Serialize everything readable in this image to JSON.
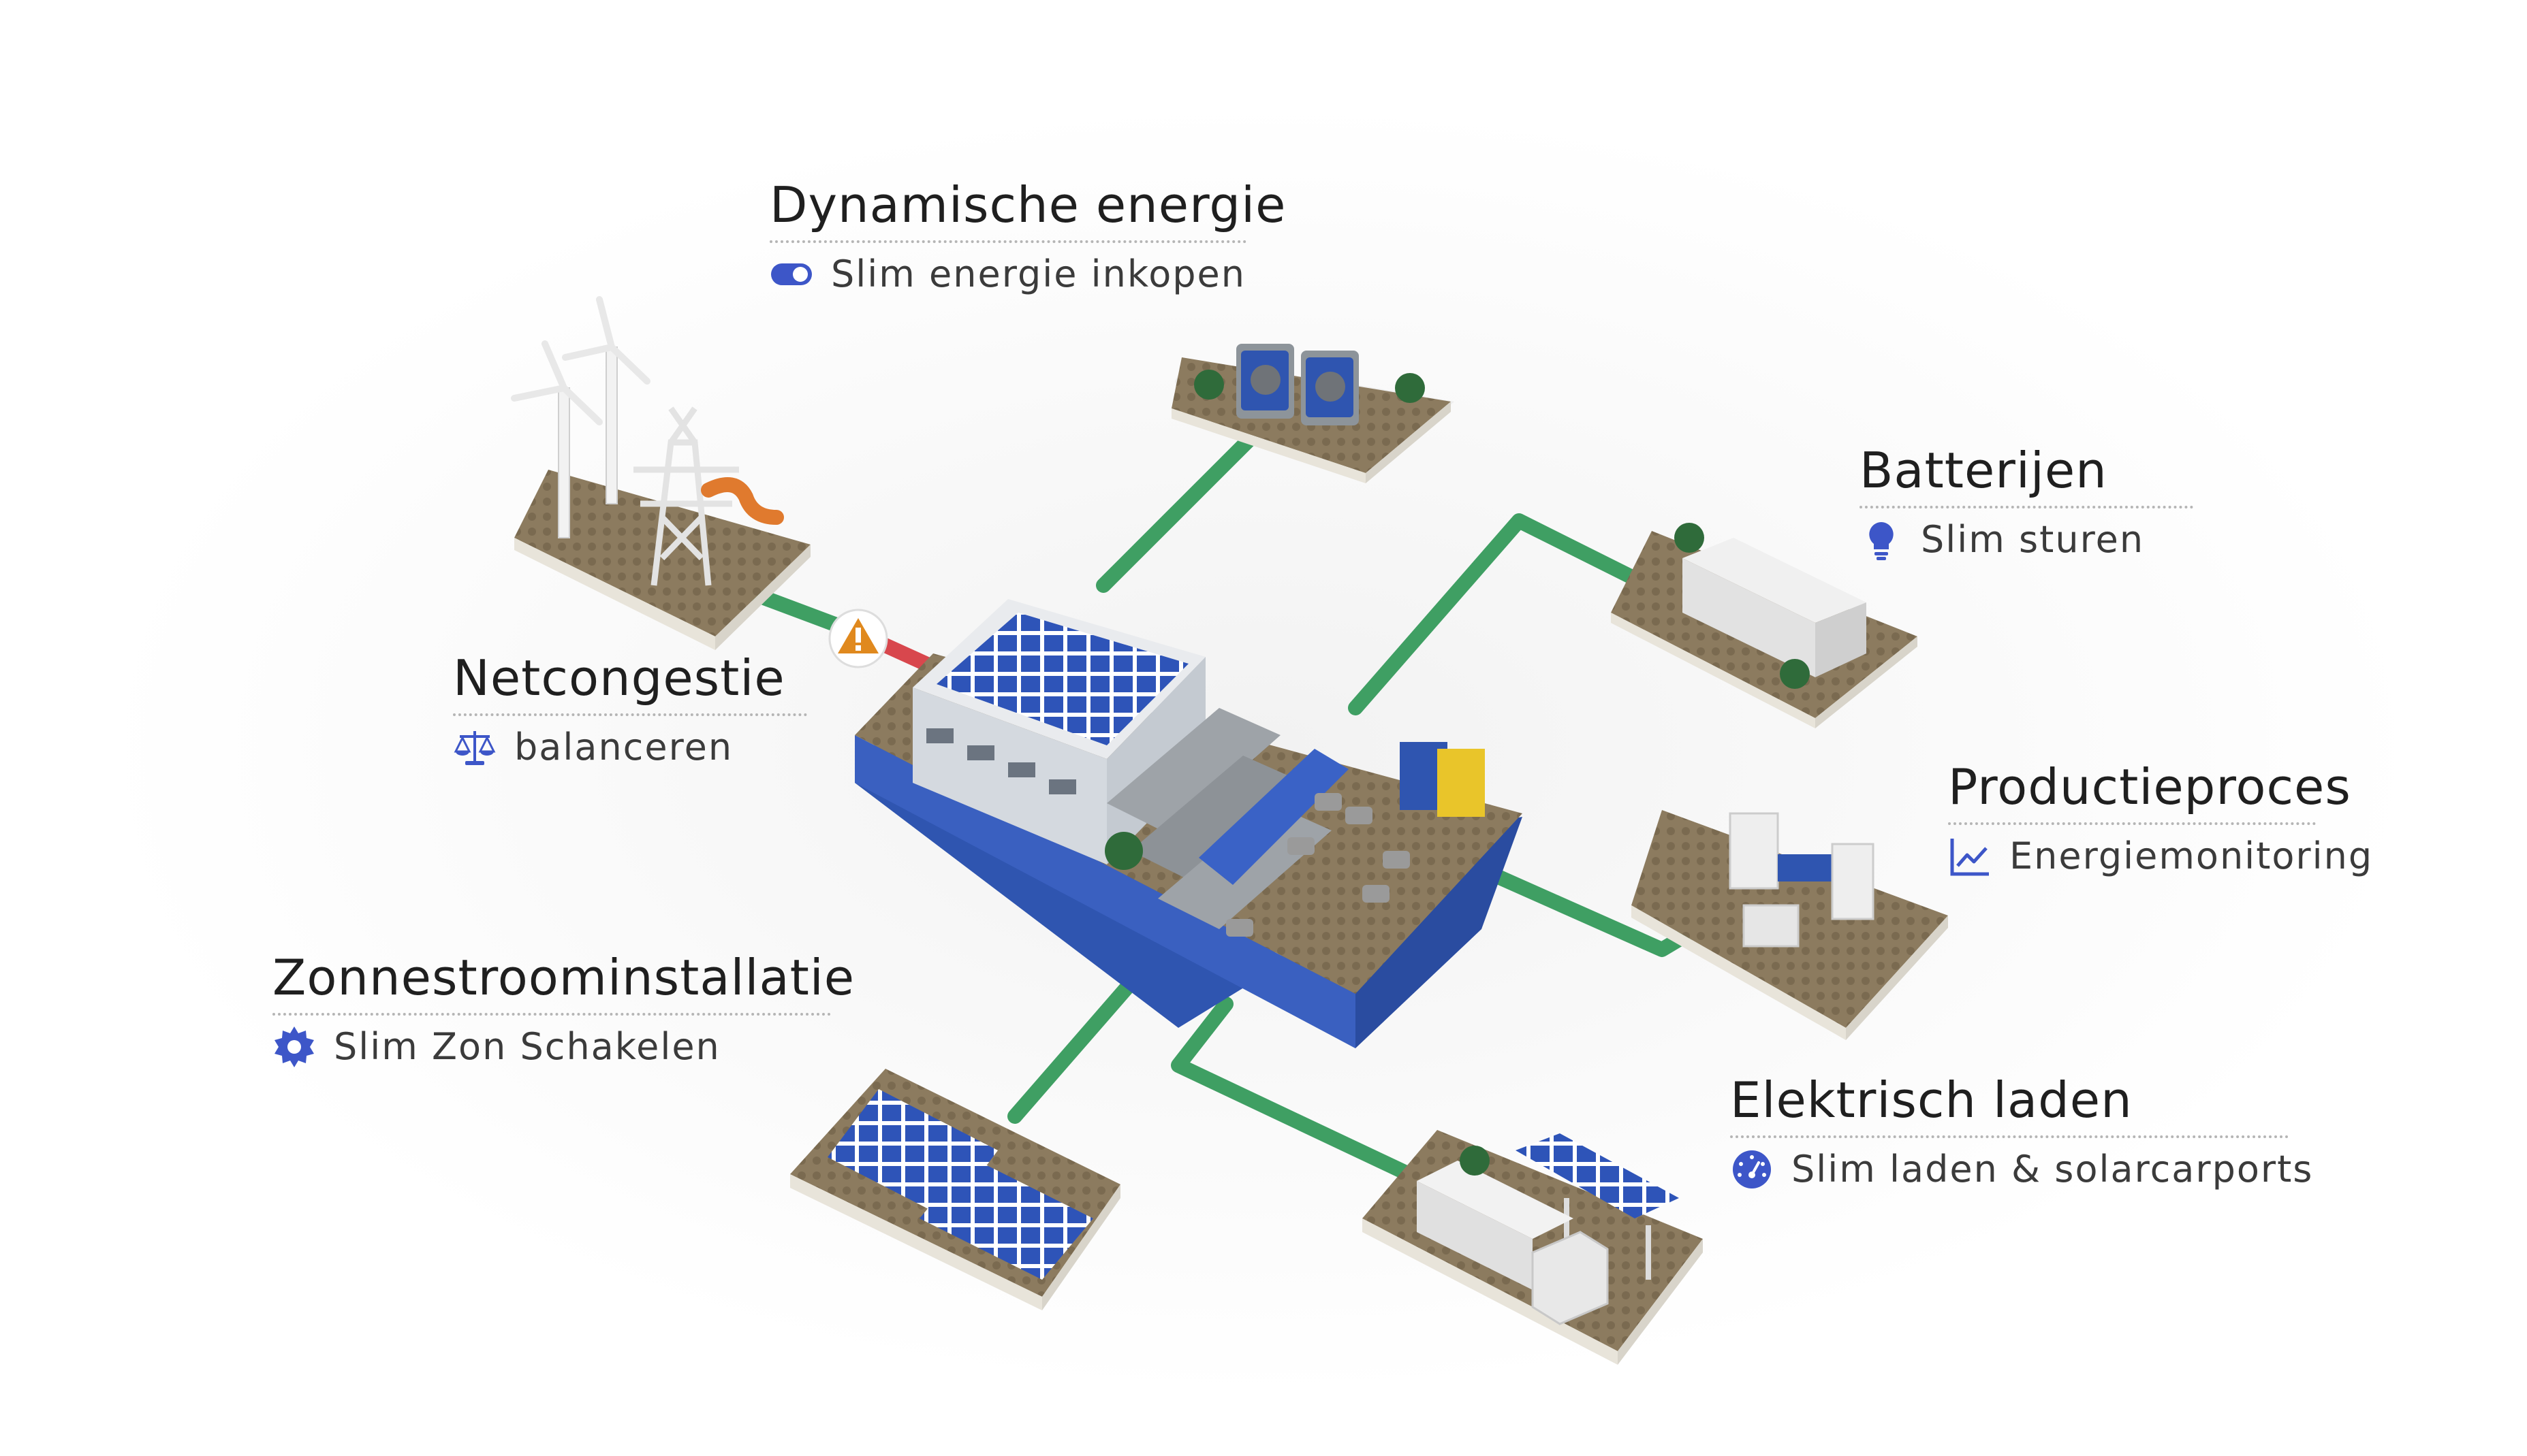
{
  "labels": {
    "dynamische": {
      "title": "Dynamische energie",
      "sub": "Slim energie inkopen",
      "icon": "toggle-icon"
    },
    "batterijen": {
      "title": "Batterijen",
      "sub": "Slim sturen",
      "icon": "lightbulb-icon"
    },
    "netcongestie": {
      "title": "Netcongestie",
      "sub": "balanceren",
      "icon": "balance-scale-icon"
    },
    "productieproces": {
      "title": "Productieproces",
      "sub": "Energiemonitoring",
      "icon": "line-chart-icon"
    },
    "zonnestroom": {
      "title": "Zonnestroominstallatie",
      "sub": "Slim Zon Schakelen",
      "icon": "sun-gear-icon"
    },
    "laden": {
      "title": "Elektrisch laden",
      "sub": "Slim laden & solarcarports",
      "icon": "gauge-icon"
    }
  },
  "colors": {
    "accent": "#3d56c8",
    "connection": "#3f9f63",
    "congestion": "#d8474d",
    "warning": "#e0891e",
    "base": "#8a7a5e",
    "factory_base": "#2f55b0"
  }
}
